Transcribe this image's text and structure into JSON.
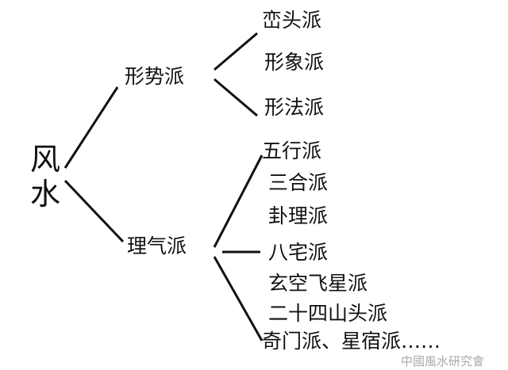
{
  "root": {
    "char1": "风",
    "char2": "水"
  },
  "branches": [
    {
      "label": "形势派",
      "children": [
        "峦头派",
        "形象派",
        "形法派"
      ]
    },
    {
      "label": "理气派",
      "children": [
        "五行派",
        "三合派",
        "卦理派",
        "八宅派",
        "玄空飞星派",
        "二十四山头派",
        "奇门派、星宿派……"
      ]
    }
  ],
  "watermark": "中國風水研究會"
}
